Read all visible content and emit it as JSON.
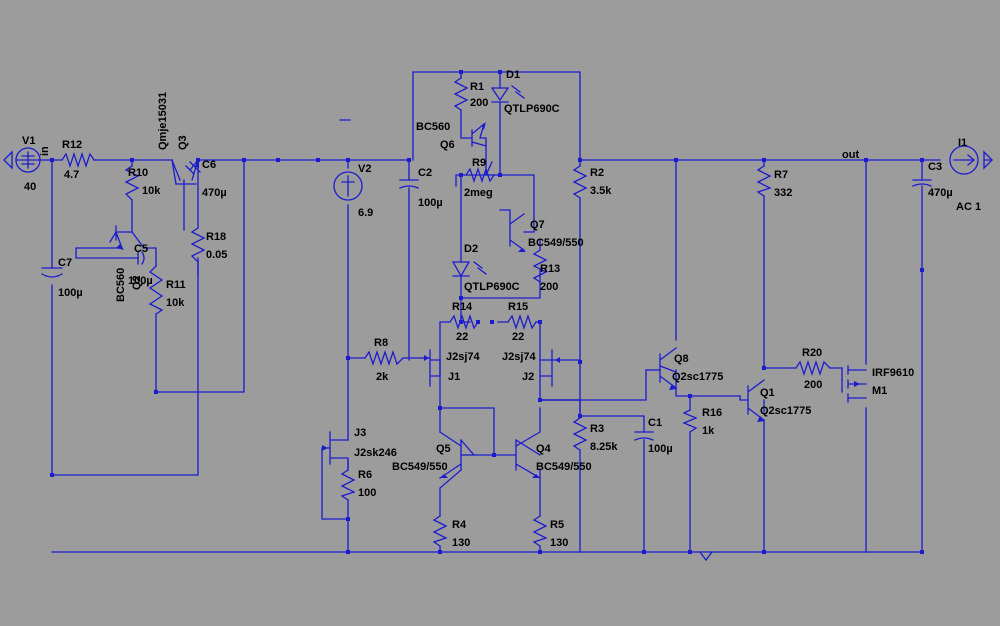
{
  "colors": {
    "background": "#9c9c9c",
    "wire": "#1c1ccf",
    "label": "#000000"
  },
  "net_labels": {
    "in": "in",
    "out": "out"
  },
  "components": {
    "V1": {
      "ref": "V1",
      "value": "40"
    },
    "V2": {
      "ref": "V2",
      "value": "6.9"
    },
    "I1": {
      "ref": "I1",
      "value": "AC 1"
    },
    "R12": {
      "ref": "R12",
      "value": "4.7"
    },
    "R10": {
      "ref": "R10",
      "value": "10k"
    },
    "R11": {
      "ref": "R11",
      "value": "10k"
    },
    "R18": {
      "ref": "R18",
      "value": "0.05"
    },
    "R1": {
      "ref": "R1",
      "value": "200"
    },
    "R9": {
      "ref": "R9",
      "value": "2meg"
    },
    "R13": {
      "ref": "R13",
      "value": "200"
    },
    "R14": {
      "ref": "R14",
      "value": "22"
    },
    "R15": {
      "ref": "R15",
      "value": "22"
    },
    "R8": {
      "ref": "R8",
      "value": "2k"
    },
    "R6": {
      "ref": "R6",
      "value": "100"
    },
    "R4": {
      "ref": "R4",
      "value": "130"
    },
    "R5": {
      "ref": "R5",
      "value": "130"
    },
    "R2": {
      "ref": "R2",
      "value": "3.5k"
    },
    "R3": {
      "ref": "R3",
      "value": "8.25k"
    },
    "R7": {
      "ref": "R7",
      "value": "332"
    },
    "R16": {
      "ref": "R16",
      "value": "1k"
    },
    "R20": {
      "ref": "R20",
      "value": "200"
    },
    "C7": {
      "ref": "C7",
      "value": "100µ"
    },
    "C5": {
      "ref": "C5",
      "value": "100µ"
    },
    "C6": {
      "ref": "C6",
      "value": "470µ"
    },
    "C2": {
      "ref": "C2",
      "value": "100µ"
    },
    "C1": {
      "ref": "C1",
      "value": "100µ"
    },
    "C3": {
      "ref": "C3",
      "value": "470µ"
    },
    "Q3": {
      "ref": "Q3",
      "value": "Qmje15031"
    },
    "Q2": {
      "ref": "Q2",
      "value": "BC560"
    },
    "Q6": {
      "ref": "Q6",
      "value": "BC560"
    },
    "Q7": {
      "ref": "Q7",
      "value": "BC549/550"
    },
    "Q5": {
      "ref": "Q5",
      "value": "BC549/550"
    },
    "Q4": {
      "ref": "Q4",
      "value": "BC549/550"
    },
    "Q8": {
      "ref": "Q8",
      "value": "Q2sc1775"
    },
    "Q1": {
      "ref": "Q1",
      "value": "Q2sc1775"
    },
    "J1": {
      "ref": "J1",
      "value": "J2sj74"
    },
    "J2": {
      "ref": "J2",
      "value": "J2sj74"
    },
    "J3": {
      "ref": "J3",
      "value": "J2sk246"
    },
    "M1": {
      "ref": "M1",
      "value": "IRF9610"
    },
    "D1": {
      "ref": "D1",
      "value": "QTLP690C"
    },
    "D2": {
      "ref": "D2",
      "value": "QTLP690C"
    }
  }
}
